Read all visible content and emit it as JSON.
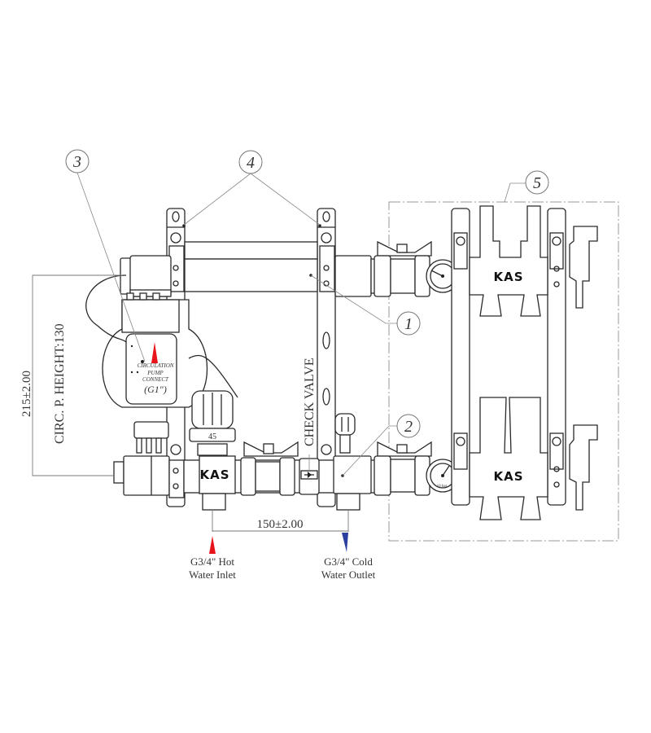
{
  "callouts": [
    {
      "num": "1"
    },
    {
      "num": "2"
    },
    {
      "num": "3"
    },
    {
      "num": "4"
    },
    {
      "num": "5"
    }
  ],
  "brand": "KAS",
  "pump": {
    "line1": "CIRCULATION",
    "line2": "PUMP",
    "line3": "CONNECT",
    "thread": "(G1\")"
  },
  "thermostat_value": "45",
  "check_valve_label": "CHECK VALVE",
  "dimensions": {
    "vertical": "215±2.00",
    "pump_height": "CIRC. P. HEIGHT:130",
    "horizontal": "150±2.00"
  },
  "ports": {
    "hot": {
      "line1": "G3/4\" Hot",
      "line2": "Water Inlet",
      "color": "#e8141b"
    },
    "cold": {
      "line1": "G3/4\" Cold",
      "line2": "Water Outlet",
      "color": "#2b3f9e"
    }
  },
  "gauge_unit": "10 bar",
  "colors": {
    "pump_arrow": "#e8141b"
  }
}
